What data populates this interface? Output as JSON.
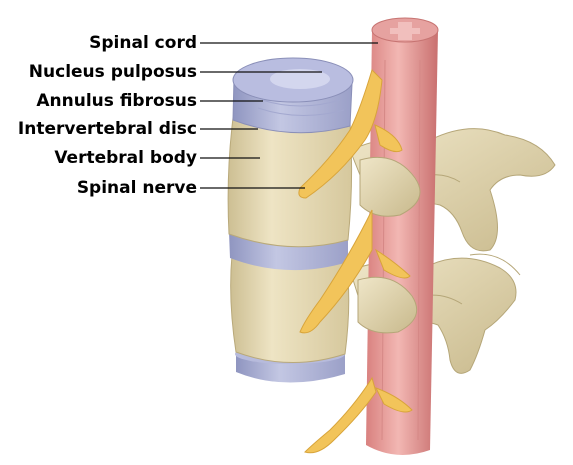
{
  "labels": {
    "spinal_cord": "Spinal cord",
    "nucleus_pulposus": "Nucleus pulposus",
    "annulus_fibrosus": "Annulus fibrosus",
    "intervertebral_disc": "Intervertebral disc",
    "vertebral_body": "Vertebral body",
    "spinal_nerve": "Spinal nerve"
  },
  "colors": {
    "spinal_cord": "#e79a98",
    "disc": "#a9aed3",
    "bone": "#e8dcb4",
    "nerve": "#f2c45a",
    "leader": "#111111"
  }
}
